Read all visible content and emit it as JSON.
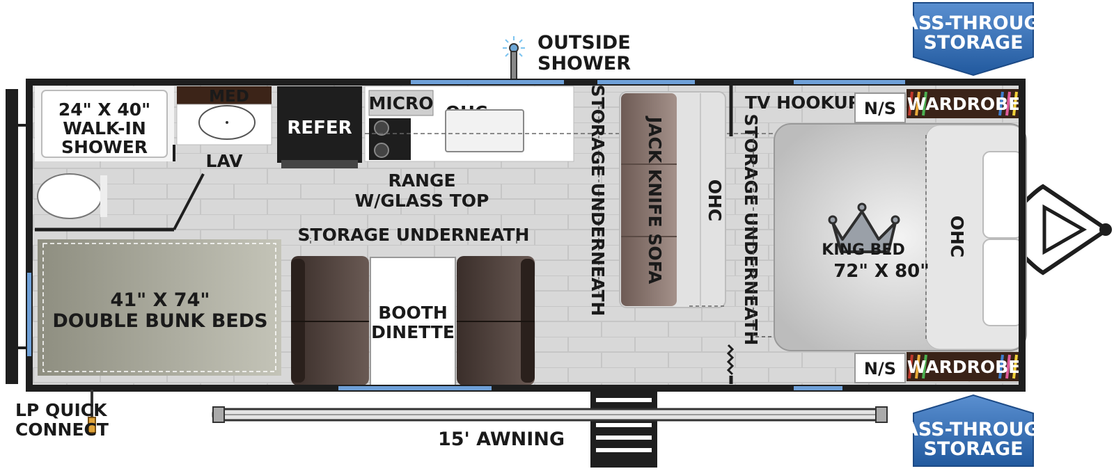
{
  "labels": {
    "pass_through_top_1": "PASS-THROUGH",
    "pass_through_top_2": "STORAGE",
    "pass_through_bottom_1": "PASS-THROUGH",
    "pass_through_bottom_2": "STORAGE",
    "outside_shower_1": "OUTSIDE",
    "outside_shower_2": "SHOWER",
    "shower_1": "24\" X 40\"",
    "shower_2": "WALK-IN",
    "shower_3": "SHOWER",
    "med": "MED",
    "lav": "LAV",
    "refer": "REFER",
    "micro": "MICRO",
    "ohc_kitchen": "OHC",
    "range_1": "RANGE",
    "range_2": "W/GLASS TOP",
    "storage_underneath_dinette": "STORAGE UNDERNEATH",
    "storage_underneath_sofa": "STORAGE UNDERNEATH",
    "storage_underneath_bed": "STORAGE UNDERNEATH",
    "jack_knife_sofa": "JACK KNIFE SOFA",
    "ohc_sofa": "OHC",
    "tv_hookup": "TV HOOKUP",
    "ns_top": "N/S",
    "ns_bottom": "N/S",
    "wardrobe_top": "WARDROBE",
    "wardrobe_bottom": "WARDROBE",
    "king_bed": "KING BED",
    "king_bed_size": "72\" X 80\"",
    "ohc_bedroom": "OHC",
    "bunks_1": "41\" X 74\"",
    "bunks_2": "DOUBLE BUNK BEDS",
    "dinette_1": "BOOTH",
    "dinette_2": "DINETTE",
    "lp_1": "LP QUICK",
    "lp_2": "CONNECT",
    "awning": "15' AWNING"
  },
  "colors": {
    "wall": "#1e1e1e",
    "floor": "#d7d7d7",
    "window": "#6ea0d8",
    "badge": "#2f68ae",
    "counter": "#ffffff",
    "cabinet": "#4a2c1c",
    "sofa": "#7a6760",
    "bunk": "#a8a898"
  }
}
